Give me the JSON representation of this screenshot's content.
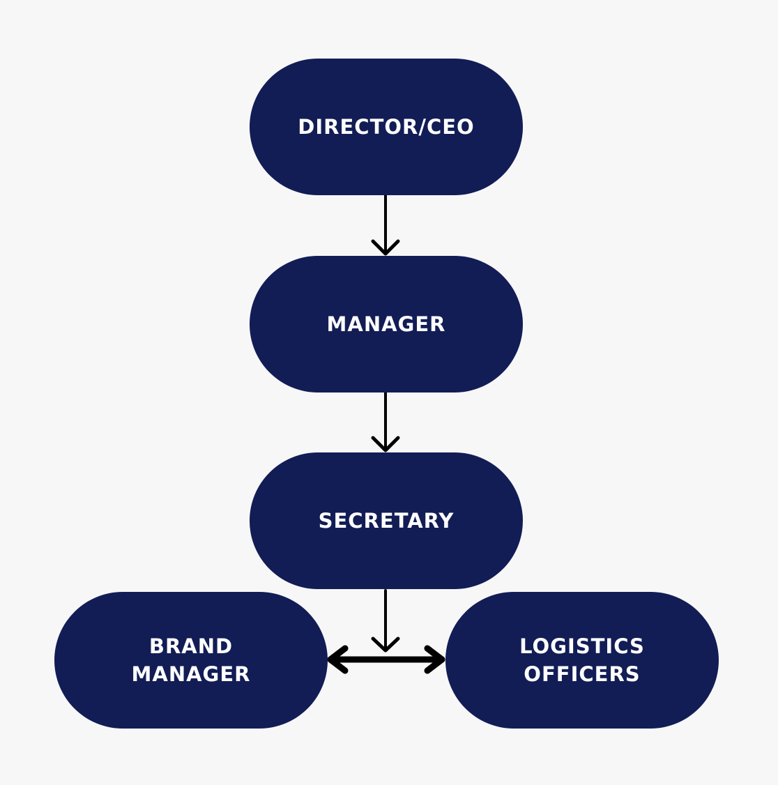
{
  "diagram": {
    "background_color": "#f7f7f7",
    "node_color": "#121d56",
    "text_color": "#ffffff",
    "connector_color": "#000000",
    "nodes": [
      {
        "id": "ceo",
        "lines": [
          "DIRECTOR/CEO"
        ]
      },
      {
        "id": "manager",
        "lines": [
          "MANAGER"
        ]
      },
      {
        "id": "secretary",
        "lines": [
          "SECRETARY"
        ]
      },
      {
        "id": "brand",
        "lines": [
          "BRAND",
          "MANAGER"
        ]
      },
      {
        "id": "logistics",
        "lines": [
          "LOGISTICS",
          "OFFICERS"
        ]
      }
    ],
    "edges": [
      {
        "from": "ceo",
        "to": "manager",
        "type": "arrow"
      },
      {
        "from": "manager",
        "to": "secretary",
        "type": "arrow"
      },
      {
        "from": "secretary",
        "to": "brand-logistics-link",
        "type": "arrow"
      },
      {
        "from": "brand",
        "to": "logistics",
        "type": "double-arrow"
      }
    ]
  }
}
